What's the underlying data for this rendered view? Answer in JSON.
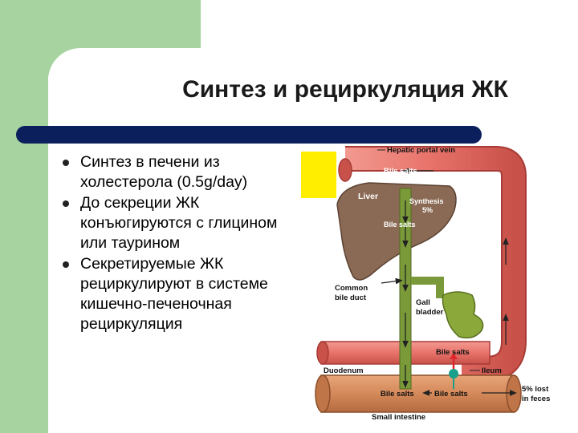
{
  "slide": {
    "title": "Синтез и рециркуляция ЖК",
    "bullets": [
      "Синтез в печени из холестерола (0.5g/day)",
      "До секреции ЖК конъюгируются с глицином или таурином",
      "Секретируемые ЖК рециркулируют в системе кишечно-печеночная рециркуляция"
    ]
  },
  "diagram": {
    "labels": {
      "hepatic_portal_vein": "Hepatic portal vein",
      "bile_salts_top": "Bile salts",
      "liver": "Liver",
      "synthesis": "Synthesis",
      "synthesis_pct": "5%",
      "bile_salts_liver": "Bile salts",
      "common_bile_duct_1": "Common",
      "common_bile_duct_2": "bile duct",
      "gall_1": "Gall",
      "gall_2": "bladder",
      "bile_salts_ileum": "Bile salts",
      "duodenum": "Duodenum",
      "ileum": "Ileum",
      "bile_salts_int1": "Bile salts",
      "bile_salts_int2": "Bile salts",
      "lost_1": "5% lost",
      "lost_2": "in feces",
      "small_intestine": "Small intestine"
    },
    "colors": {
      "vein": "#e8736b",
      "vein_dark": "#a83a36",
      "intestine": "#d4895a",
      "liver": "#8b6a55",
      "duct": "#7a9a3a",
      "gallbladder": "#8ba83a",
      "marker_red": "#e0262c",
      "marker_teal": "#1aa08a"
    }
  }
}
